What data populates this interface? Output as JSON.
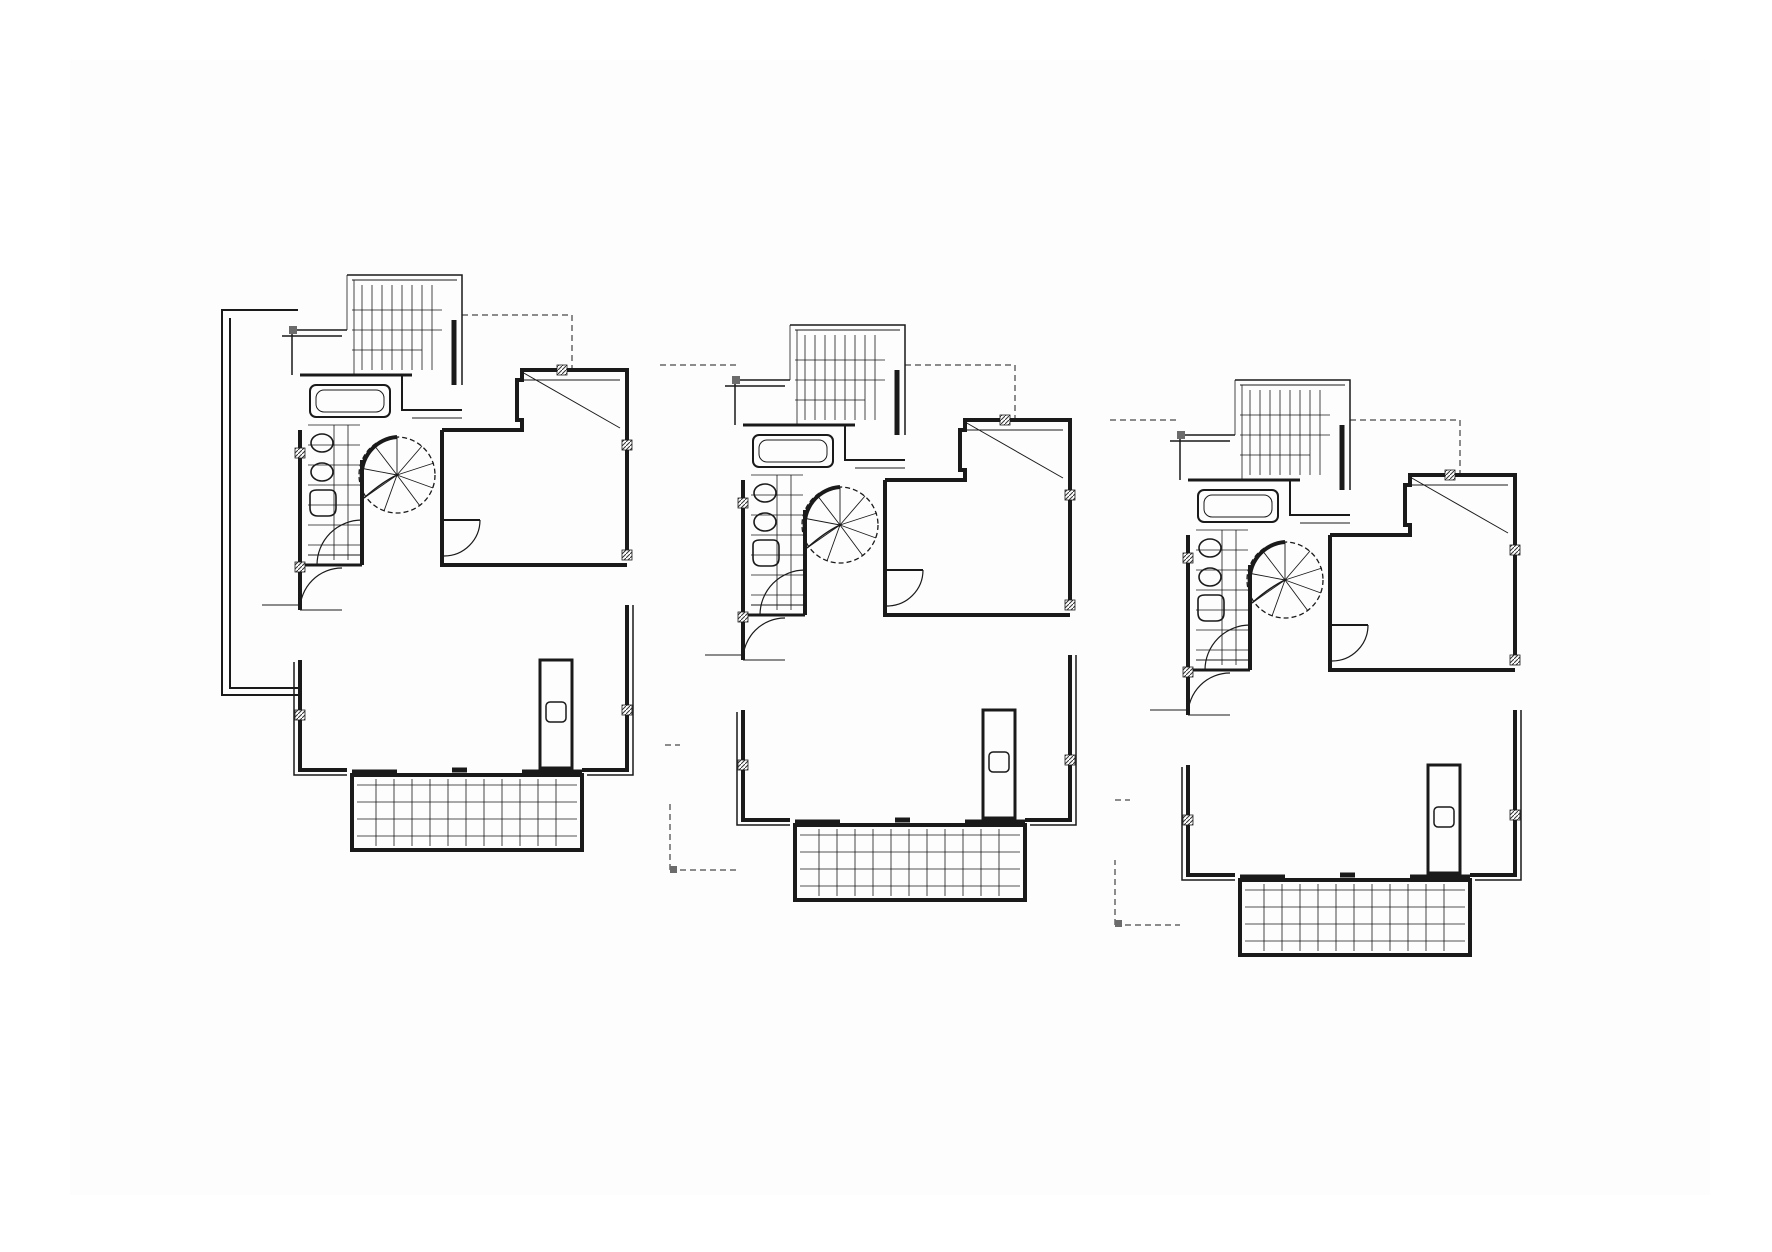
{
  "drawing": {
    "kind": "floor plan",
    "unit_count": 3,
    "units": [
      {
        "id": "unit-1"
      },
      {
        "id": "unit-2"
      },
      {
        "id": "unit-3"
      }
    ],
    "colors": {
      "paper": "#ffffff",
      "sheet": "#fdfdfd",
      "ink": "#1a1a1a",
      "column_fill": "#6b6b6b"
    }
  }
}
